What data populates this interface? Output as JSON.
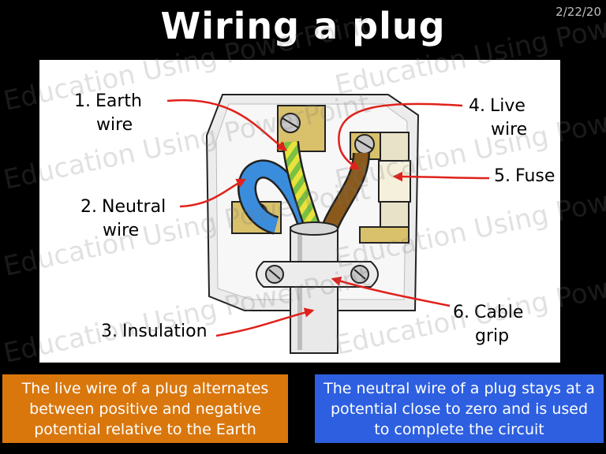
{
  "slide": {
    "title": "Wiring a plug",
    "date": "2/22/20",
    "watermark": "Education Using PowerPoint"
  },
  "labels": {
    "earth": {
      "number": "1.",
      "text1": "Earth",
      "text2": "wire"
    },
    "neutral": {
      "number": "2.",
      "text1": "Neutral",
      "text2": "wire"
    },
    "insulation": {
      "number": "3.",
      "text1": "Insulation"
    },
    "live": {
      "number": "4.",
      "text1": "Live",
      "text2": "wire"
    },
    "fuse": {
      "number": "5.",
      "text1": "Fuse"
    },
    "cable_grip": {
      "number": "6.",
      "text1": "Cable",
      "text2": "grip"
    }
  },
  "notes": {
    "live": "The live wire of a plug alternates between positive and negative potential relative to the Earth",
    "neutral": "The neutral wire of a plug stays at a potential close to zero and is used to complete the circuit"
  },
  "colors": {
    "arrow": "#e0211b",
    "earth_green": "#7ac143",
    "earth_yellow": "#e8e23a",
    "neutral_blue": "#3a8ddc",
    "live_brown": "#8a5a1c",
    "brass": "#d9c06a",
    "live_box": "#d9770d",
    "neutral_box": "#2d5fe0"
  }
}
